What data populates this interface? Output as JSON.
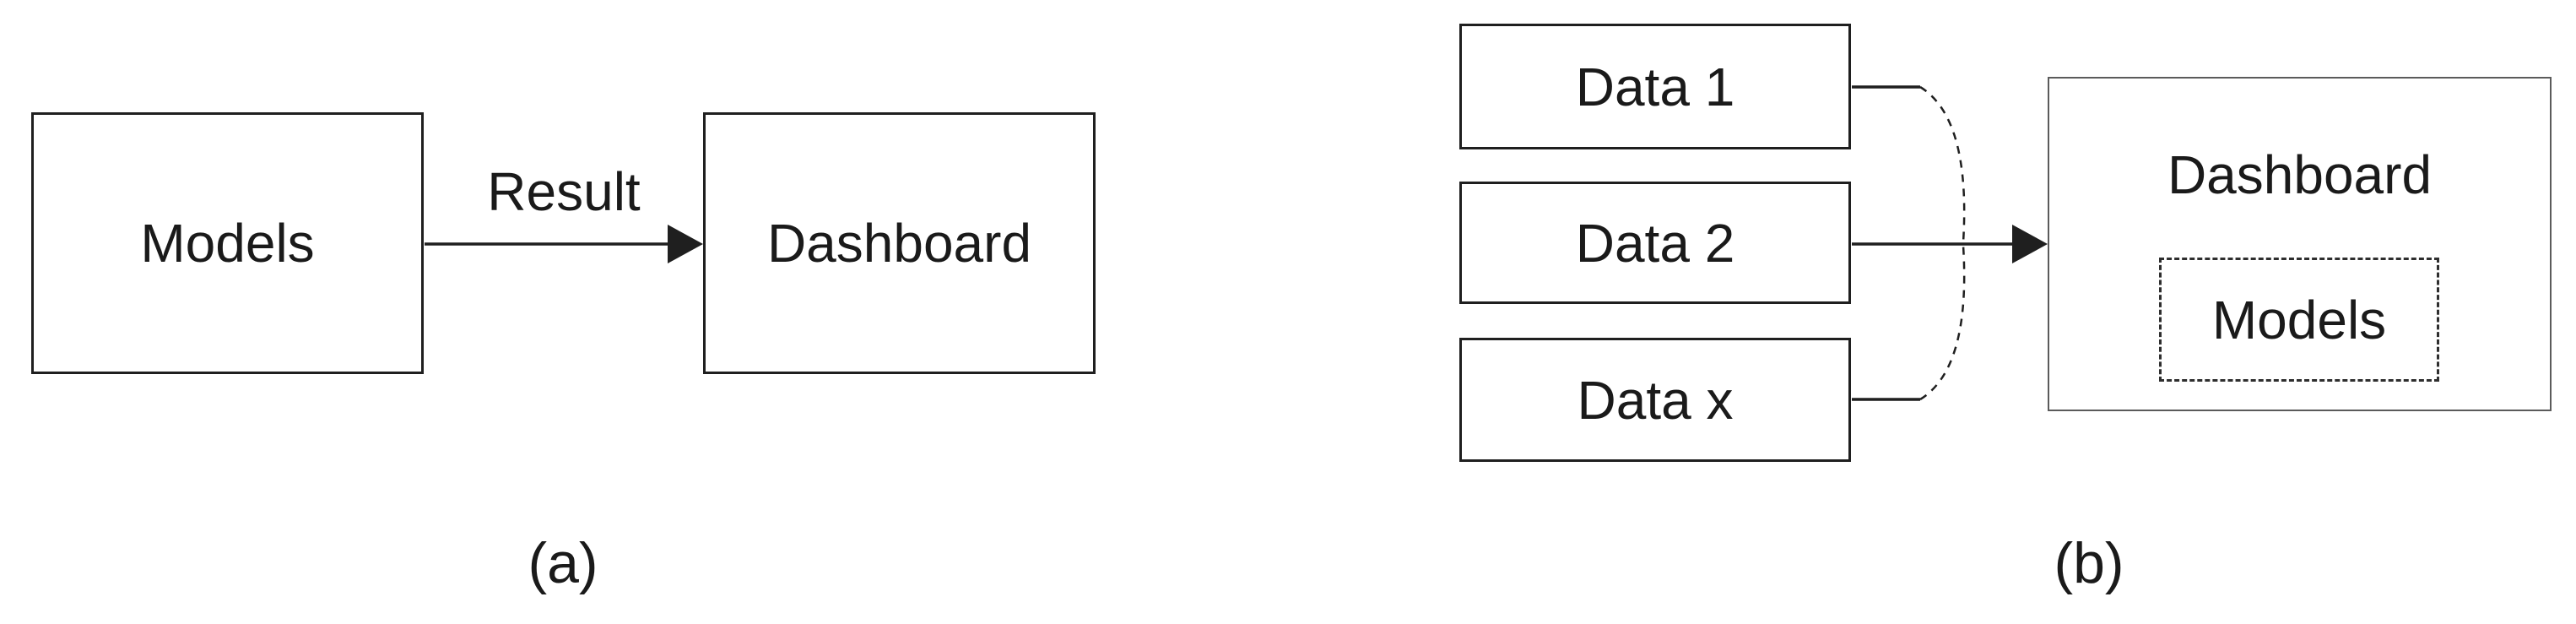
{
  "colors": {
    "background": "#ffffff",
    "line": "#1f1f1f",
    "box_border": "#1f1f1f",
    "muted_border": "#5b5b5b",
    "text": "#1a1a1a"
  },
  "panel_a": {
    "caption": "(a)",
    "models_box": {
      "label": "Models"
    },
    "arrow_label": "Result",
    "dashboard_box": {
      "label": "Dashboard"
    }
  },
  "panel_b": {
    "caption": "(b)",
    "data_boxes": [
      {
        "label": "Data 1"
      },
      {
        "label": "Data 2"
      },
      {
        "label": "Data x"
      }
    ],
    "dashboard_box": {
      "label": "Dashboard"
    },
    "models_box": {
      "label": "Models"
    }
  }
}
